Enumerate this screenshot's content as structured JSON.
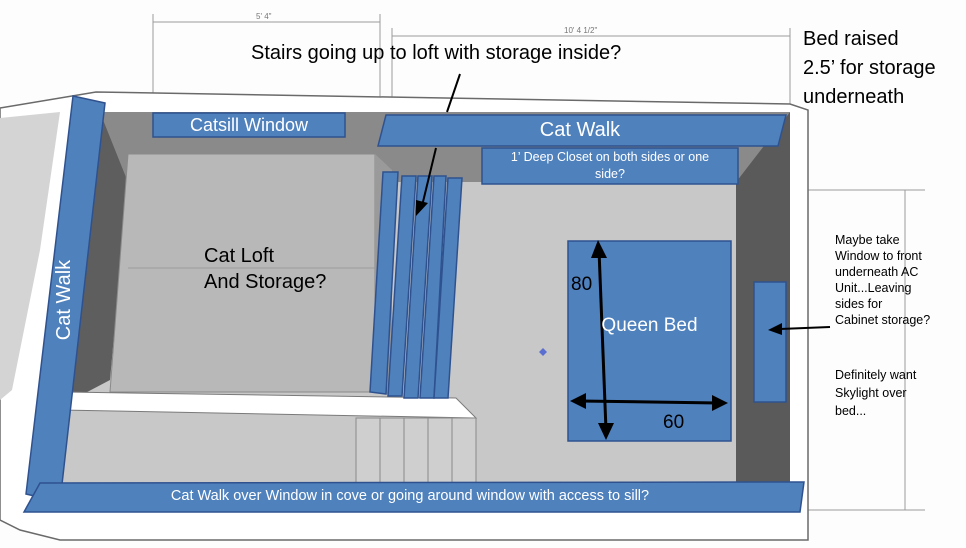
{
  "dimensions": {
    "dim_top_left": "5' 4\"",
    "dim_top_right": "10' 4 1/2\""
  },
  "labels": {
    "stairs_note": "Stairs going up to loft with storage inside?",
    "bed_raised_line1": "Bed raised",
    "bed_raised_line2": "2.5’ for storage",
    "bed_raised_line3": "underneath",
    "catsill_window": "Catsill Window",
    "cat_walk_top": "Cat Walk",
    "closet_note": "1’ Deep Closet on both sides or one side?",
    "cat_loft_line1": "Cat Loft",
    "cat_loft_line2": "And Storage?",
    "cat_walk_left": "Cat Walk",
    "queen_bed": "Queen Bed",
    "bed_length": "80",
    "bed_width": "60",
    "ac_note_lines": [
      "Maybe take",
      "Window to front",
      "underneath AC",
      "Unit...Leaving",
      "sides for",
      "Cabinet storage?"
    ],
    "skylight_note_lines": [
      "Definitely want",
      "Skylight over",
      "bed..."
    ],
    "cat_walk_bottom": "Cat Walk over Window in cove or going around window with access to sill?"
  },
  "colors": {
    "blue_fill": "#4f81bd",
    "blue_stroke": "#2f528f",
    "floor": "#c8c8c8",
    "loft_top": "#b8b8b8",
    "wall_dark": "#5a5a5a",
    "wall_white": "#ffffff"
  }
}
